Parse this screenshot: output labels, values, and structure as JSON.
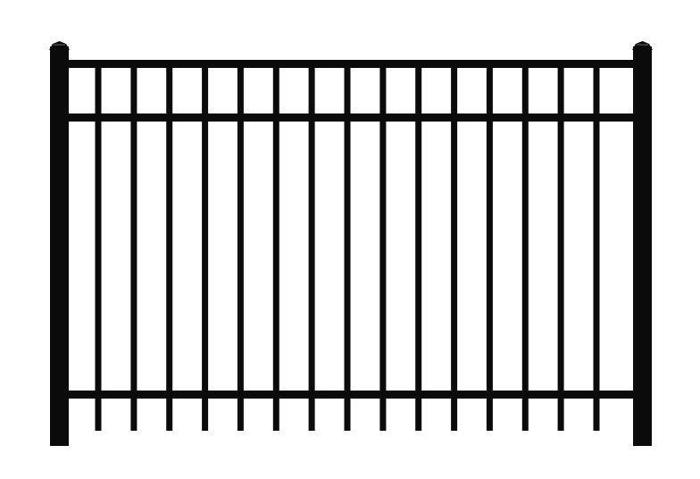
{
  "image": {
    "subject": "fence-panel",
    "style": "flat-top-three-rail",
    "picket_count": 15,
    "rail_count": 3,
    "post_count": 2,
    "colors": {
      "background": "#ffffff",
      "metal": "#0b0b0b",
      "cap_highlight": "#3a3a3a"
    }
  }
}
